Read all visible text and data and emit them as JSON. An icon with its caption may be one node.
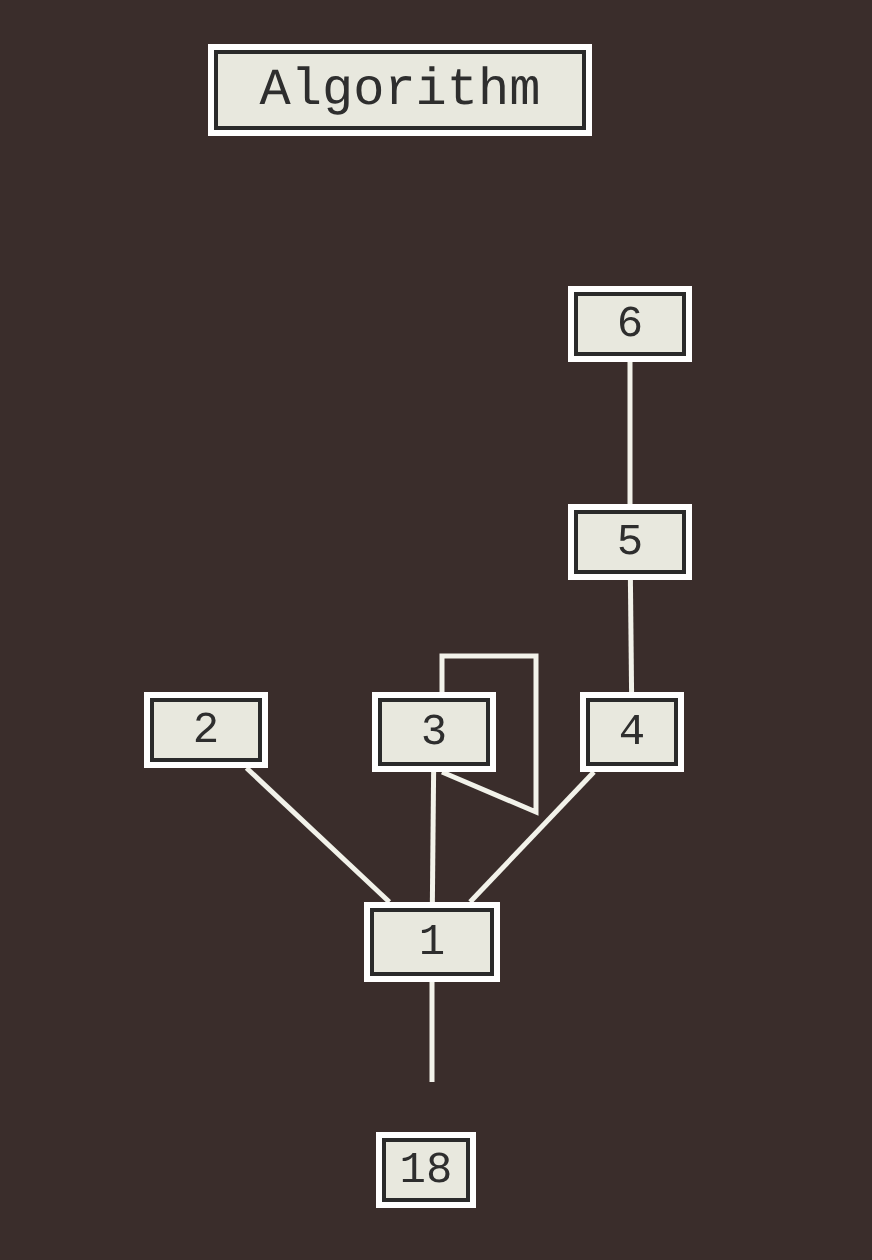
{
  "diagram": {
    "title": "Algorithm",
    "nodes": [
      {
        "text": [
          "6"
        ]
      },
      {
        "text": [
          "5"
        ]
      },
      {
        "text": [
          "2"
        ]
      },
      {
        "text": [
          "3"
        ]
      },
      {
        "text": [
          "4"
        ]
      },
      {
        "text": [
          "1"
        ]
      },
      {
        "text": [
          "18"
        ]
      }
    ],
    "edges": [
      {
        "from": 0,
        "to": 1,
        "arrow": "none"
      },
      {
        "from": 1,
        "to": 4,
        "arrow": "none"
      },
      {
        "from": 4,
        "to": 5,
        "arrow": "none"
      },
      {
        "from": 3,
        "to": 5,
        "arrow": "none"
      },
      {
        "from": 2,
        "to": 5,
        "arrow": "none"
      },
      {
        "from": 3,
        "to": 3,
        "arrow": "none"
      },
      {
        "from": 5,
        "to": null,
        "arrow": "none"
      }
    ]
  }
}
